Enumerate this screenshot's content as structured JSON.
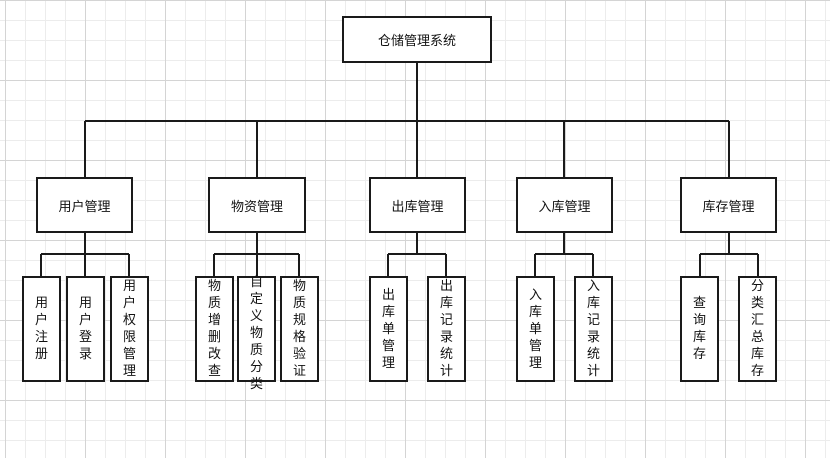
{
  "root": {
    "label": "仓储管理系统"
  },
  "modules": [
    {
      "label": "用户管理",
      "children": [
        "用户注册",
        "用户登录",
        "用户权限管理"
      ]
    },
    {
      "label": "物资管理",
      "children": [
        "物质增删改查",
        "自定义物质分类",
        "物质规格验证"
      ]
    },
    {
      "label": "出库管理",
      "children": [
        "出库单管理",
        "出库记录统计"
      ]
    },
    {
      "label": "入库管理",
      "children": [
        "入库单管理",
        "入库记录统计"
      ]
    },
    {
      "label": "库存管理",
      "children": [
        "查询库存",
        "分类汇总库存"
      ]
    }
  ]
}
